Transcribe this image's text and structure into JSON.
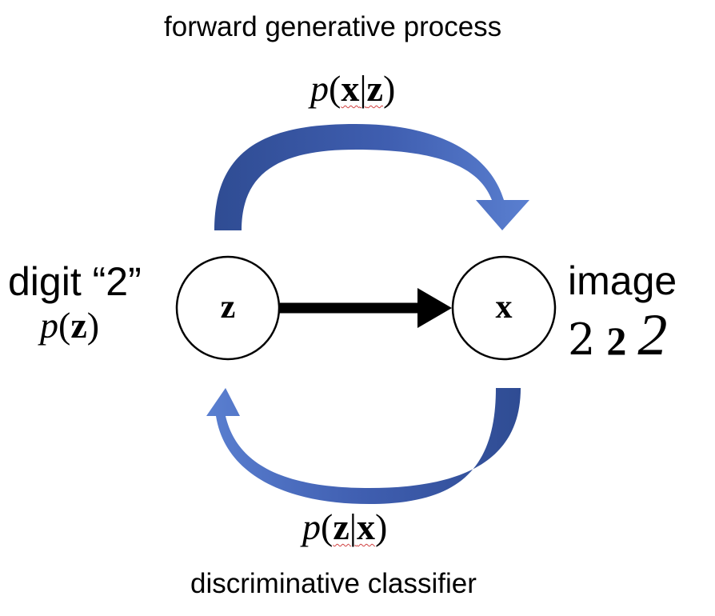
{
  "title_top": "forward generative process",
  "title_bottom": "discriminative classifier",
  "forward": {
    "p": "p",
    "open": "(",
    "x": "x",
    "bar": "|",
    "z": "z",
    "close": ")"
  },
  "backward": {
    "p": "p",
    "open": "(",
    "z": "z",
    "bar": "|",
    "x": "x",
    "close": ")"
  },
  "left_label": "digit “2”",
  "prior": {
    "p": "p",
    "open": "(",
    "z": "z",
    "close": ")"
  },
  "right_label": "image",
  "node_z": "z",
  "node_x": "x",
  "digit_samples": [
    "2",
    "2",
    "2"
  ],
  "colors": {
    "arrow_blue": "#4a6cc0",
    "arrow_dark": "#2f4c93",
    "black": "#000000"
  }
}
